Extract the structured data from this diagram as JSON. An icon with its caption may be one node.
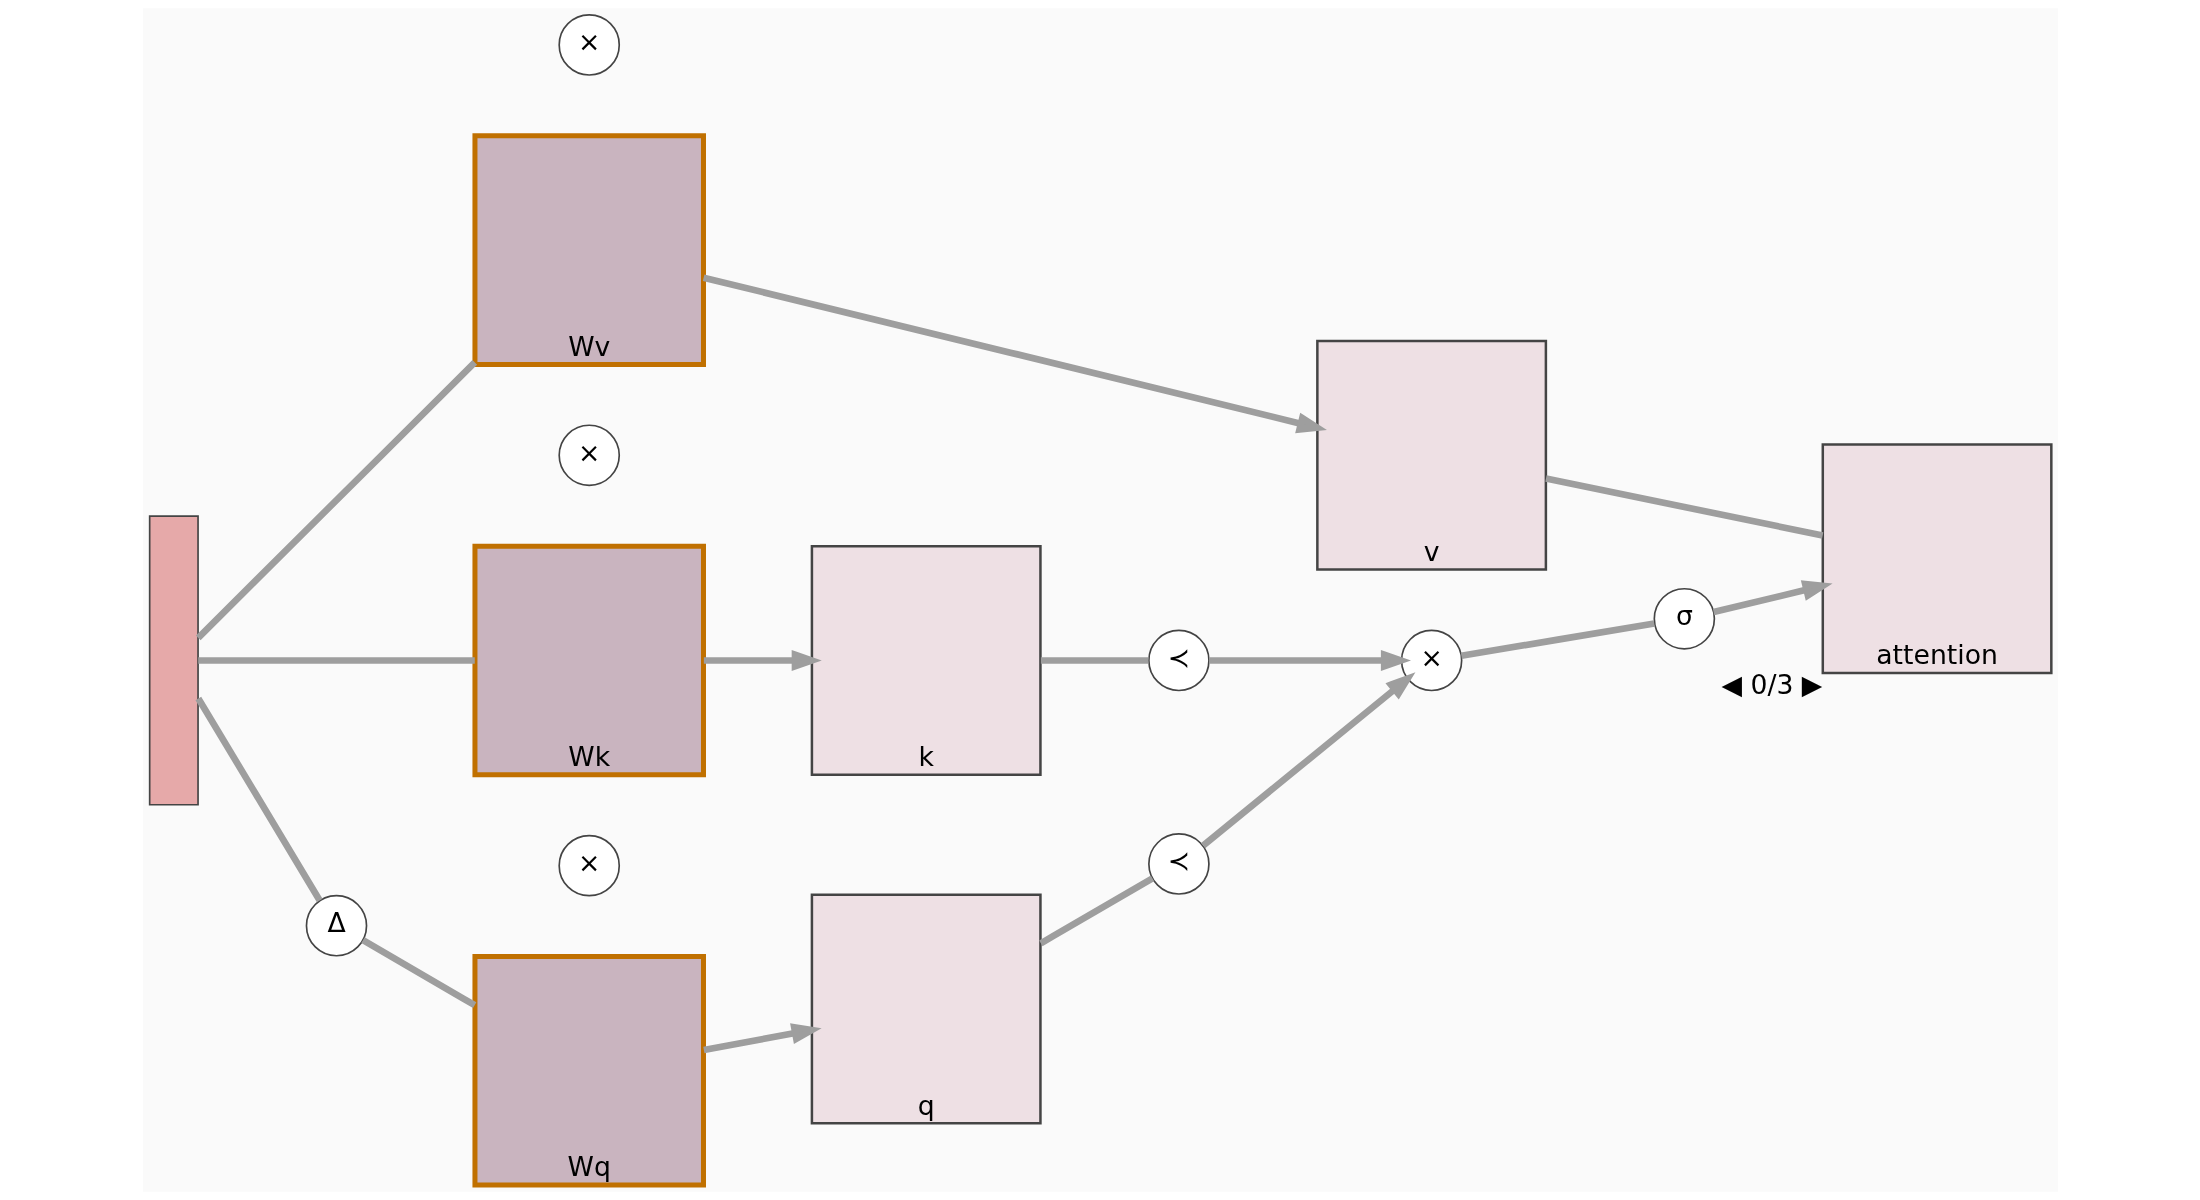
{
  "diagram": {
    "nodes": [
      {
        "text": [],
        "shape": "box"
      },
      {
        "text": [
          "×"
        ]
      },
      {
        "text": [
          "Wv"
        ]
      },
      {
        "text": [
          "×"
        ]
      },
      {
        "text": [
          "Wk"
        ]
      },
      {
        "text": [
          "Δ"
        ]
      },
      {
        "text": [
          "×"
        ]
      },
      {
        "text": [
          "Wq"
        ]
      },
      {
        "text": [
          "v"
        ]
      },
      {
        "text": [
          "k"
        ]
      },
      {
        "text": [
          "q"
        ]
      },
      {
        "text": [
          "≺"
        ]
      },
      {
        "text": [
          "≺"
        ]
      },
      {
        "text": [
          "×"
        ]
      },
      {
        "text": [
          "σ"
        ]
      },
      {
        "text": [
          "attention"
        ],
        "beside": [
          "◀ 0/3 ▶"
        ]
      }
    ],
    "edges": [
      {
        "from": 0,
        "to": 2,
        "arrow": "none"
      },
      {
        "from": 2,
        "to": 8,
        "arrow": "to"
      },
      {
        "from": 0,
        "to": 4,
        "arrow": "none"
      },
      {
        "from": 4,
        "to": 9,
        "arrow": "to"
      },
      {
        "from": 0,
        "to": 5,
        "arrow": "none"
      },
      {
        "from": 5,
        "to": 7,
        "arrow": "none"
      },
      {
        "from": 7,
        "to": 10,
        "arrow": "to"
      },
      {
        "from": 8,
        "to": 15,
        "arrow": "none"
      },
      {
        "from": 9,
        "to": 11,
        "arrow": "none"
      },
      {
        "from": 11,
        "to": 13,
        "arrow": "to"
      },
      {
        "from": 10,
        "to": 12,
        "arrow": "none"
      },
      {
        "from": 12,
        "to": 13,
        "arrow": "to"
      },
      {
        "from": 13,
        "to": 14,
        "arrow": "none"
      },
      {
        "from": 14,
        "to": 15,
        "arrow": "to"
      }
    ]
  }
}
